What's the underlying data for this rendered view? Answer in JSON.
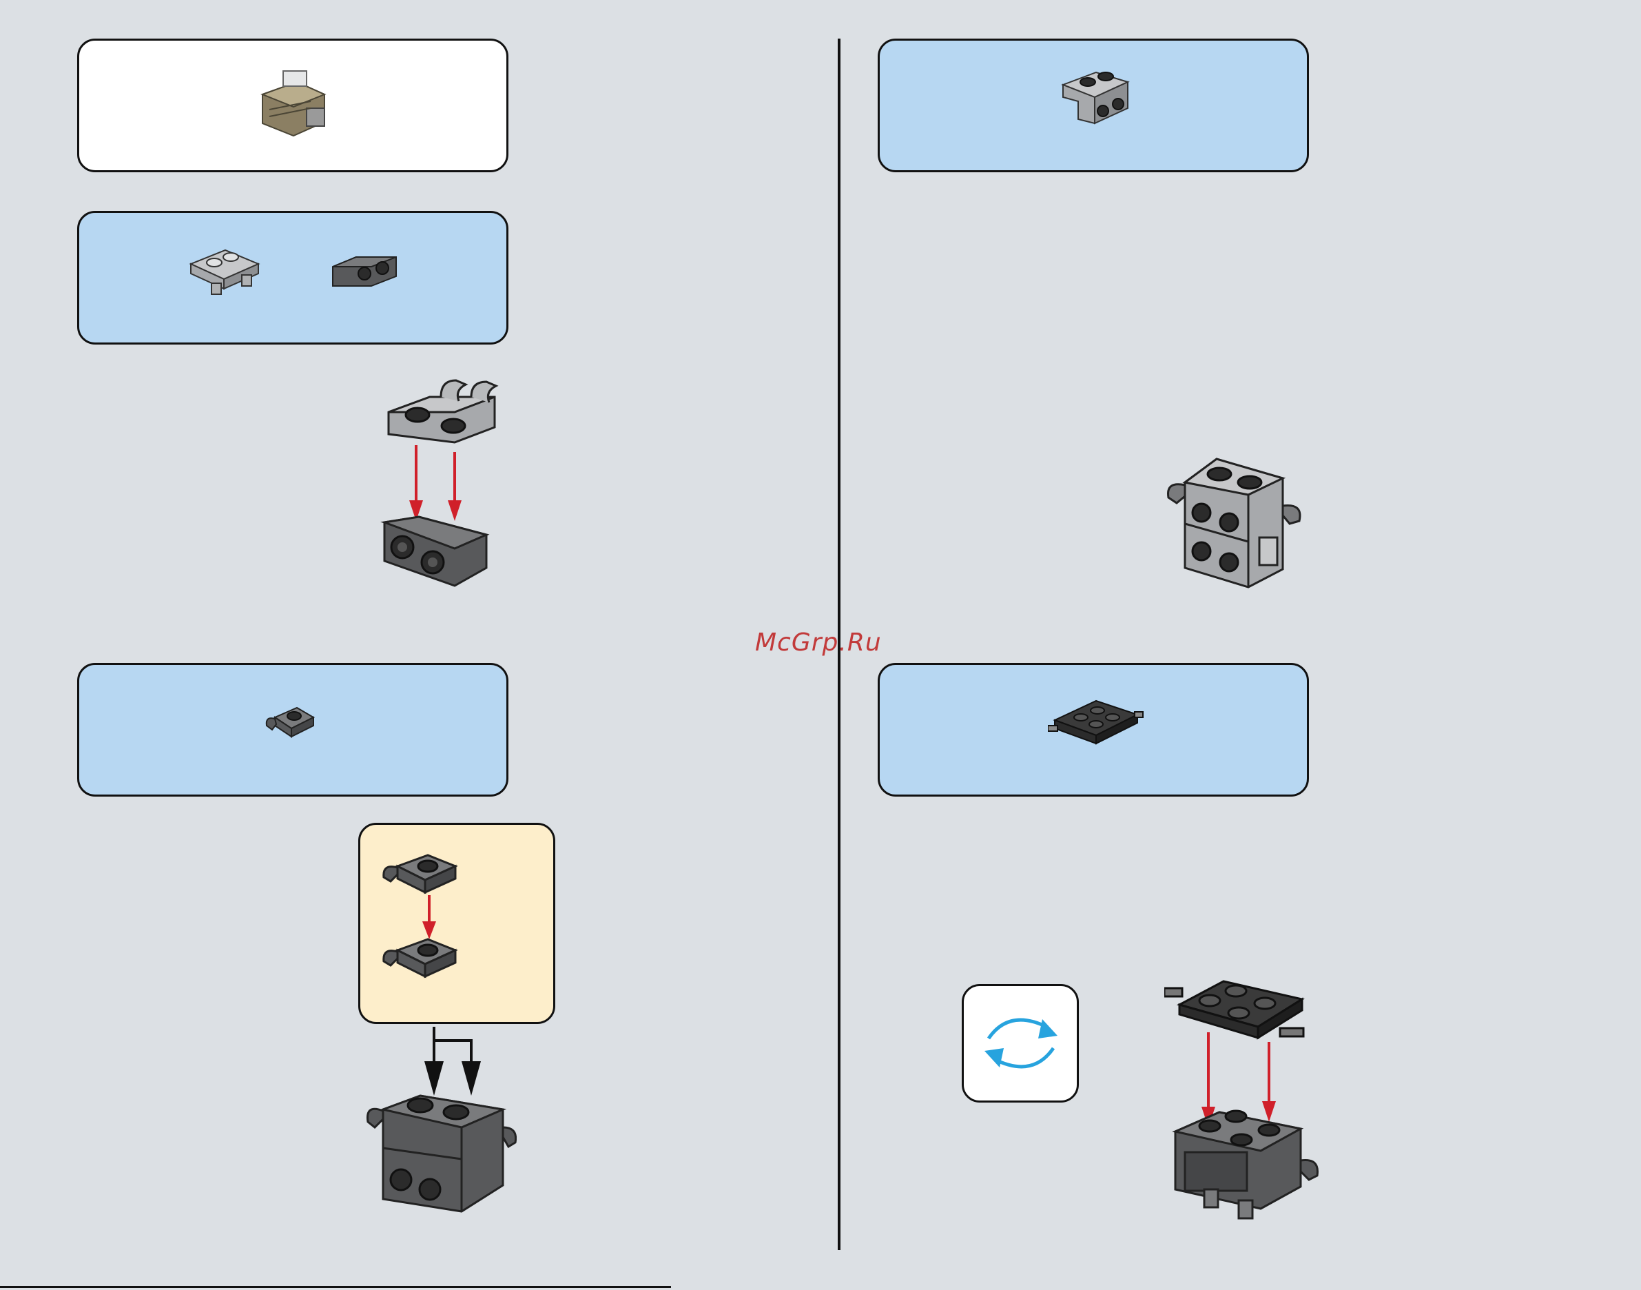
{
  "watermark": {
    "text": "McGrp.Ru"
  },
  "colors": {
    "background": "#dce0e4",
    "parts_box_blue": "#b7d7f2",
    "sub_assembly_cream": "#fdeecb",
    "arrow_red": "#d0202a",
    "rotate_arrow_blue": "#27a3de",
    "brick_light_gray": "#a7a9ac",
    "brick_dark_gray": "#58595b",
    "brick_black": "#2b2b2b",
    "brick_tan": "#8b7f63"
  },
  "steps": [
    {
      "id": "left-top",
      "parts": [
        "plate-with-clips",
        "bracket-dark"
      ]
    },
    {
      "id": "left-bottom",
      "parts": [
        "plate-with-clip-dark"
      ]
    },
    {
      "id": "right-top",
      "parts": [
        "bracket-light"
      ]
    },
    {
      "id": "right-bottom",
      "parts": [
        "plate-with-pins-black"
      ],
      "rotate_model": true
    }
  ],
  "icons": [
    "tan-vehicle-icon",
    "rotate-arrows-icon"
  ]
}
